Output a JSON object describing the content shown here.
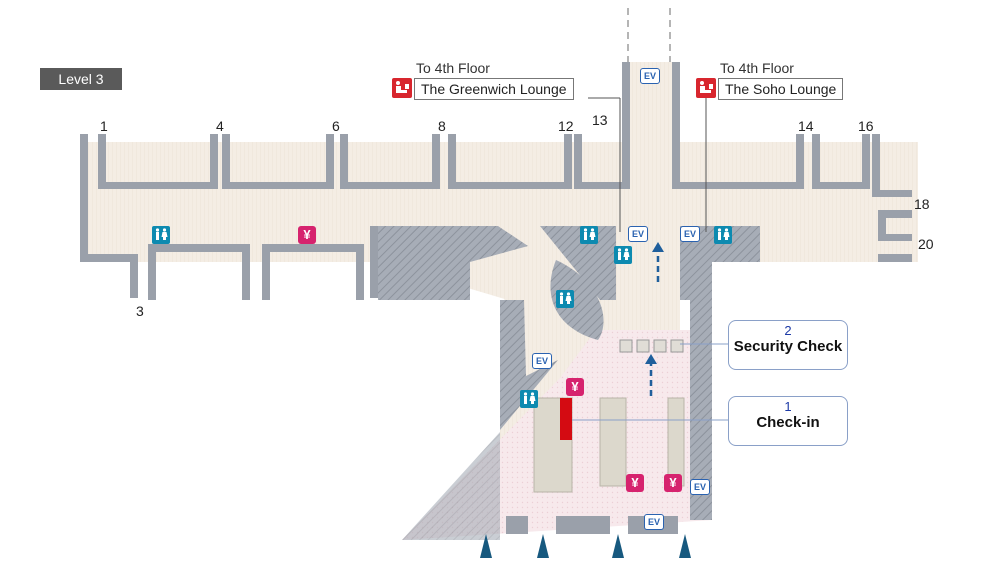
{
  "level_label": "Level 3",
  "gates": {
    "g1": "1",
    "g3": "3",
    "g4": "4",
    "g6": "6",
    "g8": "8",
    "g12": "12",
    "g13": "13",
    "g14": "14",
    "g16": "16",
    "g18": "18",
    "g20": "20"
  },
  "lounges": {
    "left": {
      "to": "To 4th Floor",
      "name": "The Greenwich Lounge"
    },
    "right": {
      "to": "To 4th Floor",
      "name": "The Soho Lounge"
    }
  },
  "callouts": {
    "security": {
      "number": "2",
      "label": "Security Check"
    },
    "checkin": {
      "number": "1",
      "label": "Check-in"
    }
  },
  "icons": {
    "elevator_text": "EV",
    "currency_text": "¥",
    "restroom": "restroom-icon",
    "lounge": "lounge-icon"
  },
  "colors": {
    "floor": "#f3ece2",
    "wall": "#9aa0aa",
    "landside": "#f6e6ea",
    "checkin_highlight": "#d40b12",
    "restroom": "#0d8ab0",
    "currency": "#d6236e",
    "elevator": "#2a62b0",
    "entrance_arrow": "#17597f",
    "callout_number": "#1d3aa6"
  }
}
